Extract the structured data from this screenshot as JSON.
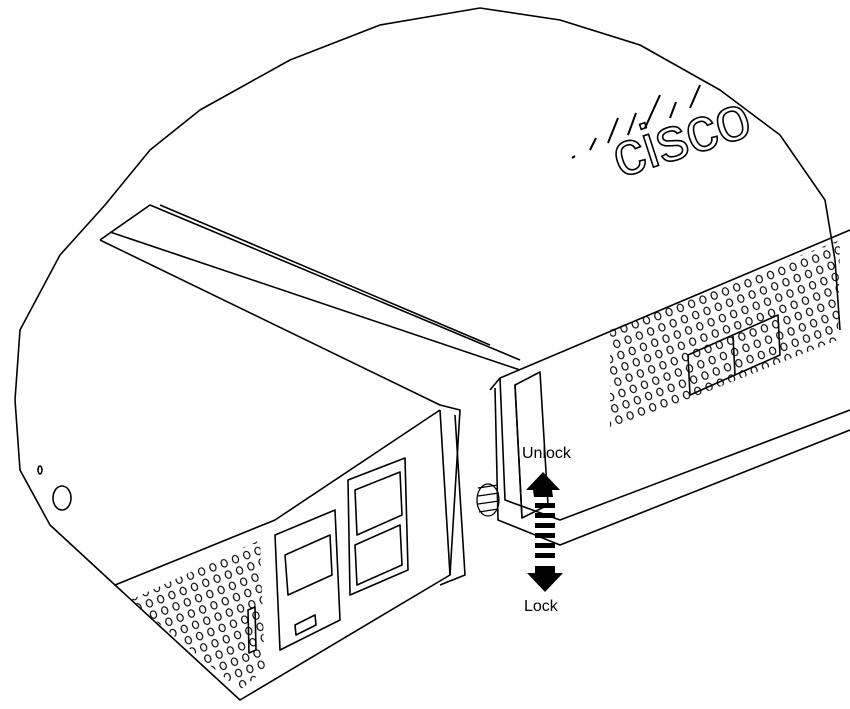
{
  "figure": {
    "logo_text": "cisco",
    "labels": {
      "unlock": "Unlock",
      "lock": "Lock"
    },
    "colors": {
      "line": "#000000",
      "background": "#ffffff"
    }
  }
}
